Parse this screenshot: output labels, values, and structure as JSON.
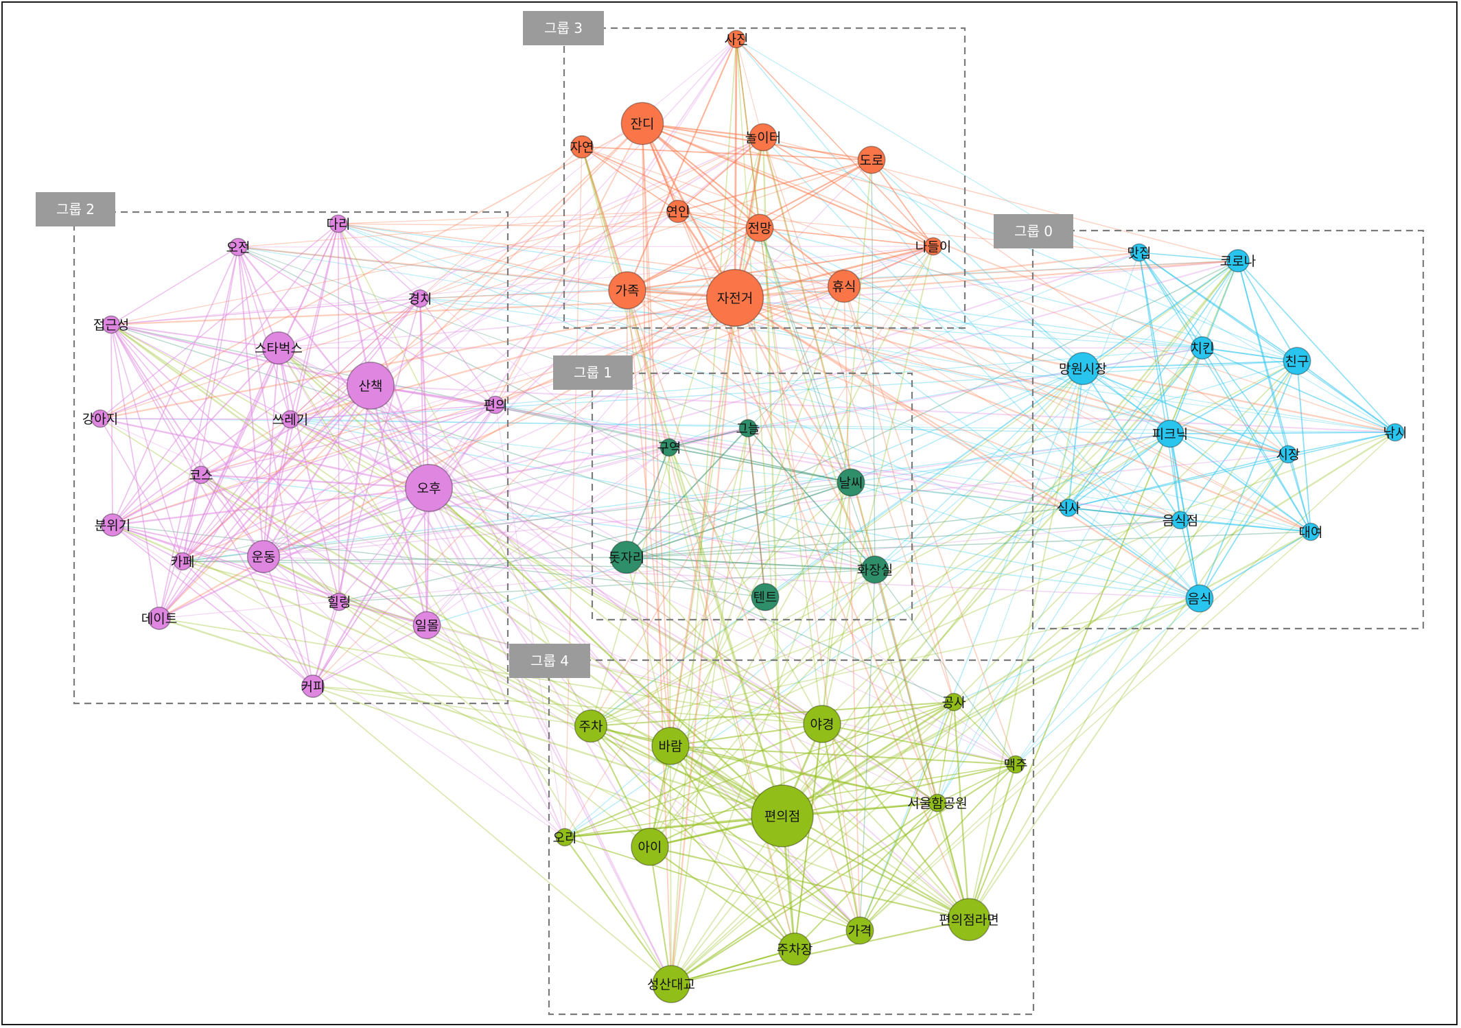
{
  "groups": [
    {
      "id": 0,
      "label": "그룹 0",
      "color": "#29c5ef"
    },
    {
      "id": 1,
      "label": "그룹 1",
      "color": "#2e8f6a"
    },
    {
      "id": 2,
      "label": "그룹 2",
      "color": "#de86e0"
    },
    {
      "id": 3,
      "label": "그룹 3",
      "color": "#fa7649"
    },
    {
      "id": 4,
      "label": "그룹 4",
      "color": "#92be1a"
    }
  ],
  "nodes": [
    {
      "id": "n0",
      "label": "맛집",
      "group": 0,
      "size": 1
    },
    {
      "id": "n1",
      "label": "코로나",
      "group": 0,
      "size": 2
    },
    {
      "id": "n2",
      "label": "망원시장",
      "group": 0,
      "size": 4
    },
    {
      "id": "n3",
      "label": "치킨",
      "group": 0,
      "size": 2
    },
    {
      "id": "n4",
      "label": "친구",
      "group": 0,
      "size": 3
    },
    {
      "id": "n5",
      "label": "피크닉",
      "group": 0,
      "size": 3
    },
    {
      "id": "n6",
      "label": "낚시",
      "group": 0,
      "size": 1
    },
    {
      "id": "n7",
      "label": "시장",
      "group": 0,
      "size": 1
    },
    {
      "id": "n8",
      "label": "식사",
      "group": 0,
      "size": 1
    },
    {
      "id": "n9",
      "label": "음식점",
      "group": 0,
      "size": 1
    },
    {
      "id": "n10",
      "label": "대여",
      "group": 0,
      "size": 1
    },
    {
      "id": "n11",
      "label": "음식",
      "group": 0,
      "size": 3
    },
    {
      "id": "n12",
      "label": "구역",
      "group": 1,
      "size": 1
    },
    {
      "id": "n13",
      "label": "그늘",
      "group": 1,
      "size": 1
    },
    {
      "id": "n14",
      "label": "날씨",
      "group": 1,
      "size": 3
    },
    {
      "id": "n15",
      "label": "돗자리",
      "group": 1,
      "size": 4
    },
    {
      "id": "n16",
      "label": "화장실",
      "group": 1,
      "size": 3
    },
    {
      "id": "n17",
      "label": "텐트",
      "group": 1,
      "size": 3
    },
    {
      "id": "n18",
      "label": "다리",
      "group": 2,
      "size": 1
    },
    {
      "id": "n19",
      "label": "오전",
      "group": 2,
      "size": 1
    },
    {
      "id": "n20",
      "label": "경치",
      "group": 2,
      "size": 1
    },
    {
      "id": "n21",
      "label": "접근성",
      "group": 2,
      "size": 1
    },
    {
      "id": "n22",
      "label": "스타벅스",
      "group": 2,
      "size": 4
    },
    {
      "id": "n23",
      "label": "산책",
      "group": 2,
      "size": 7
    },
    {
      "id": "n24",
      "label": "강아지",
      "group": 2,
      "size": 1
    },
    {
      "id": "n25",
      "label": "쓰레기",
      "group": 2,
      "size": 1
    },
    {
      "id": "n26",
      "label": "편의",
      "group": 2,
      "size": 1
    },
    {
      "id": "n27",
      "label": "코스",
      "group": 2,
      "size": 1
    },
    {
      "id": "n28",
      "label": "오후",
      "group": 2,
      "size": 7
    },
    {
      "id": "n29",
      "label": "분위기",
      "group": 2,
      "size": 2
    },
    {
      "id": "n30",
      "label": "카페",
      "group": 2,
      "size": 1
    },
    {
      "id": "n31",
      "label": "운동",
      "group": 2,
      "size": 4
    },
    {
      "id": "n32",
      "label": "힐링",
      "group": 2,
      "size": 1
    },
    {
      "id": "n33",
      "label": "데이트",
      "group": 2,
      "size": 2
    },
    {
      "id": "n34",
      "label": "일몰",
      "group": 2,
      "size": 3
    },
    {
      "id": "n35",
      "label": "커피",
      "group": 2,
      "size": 2
    },
    {
      "id": "n36",
      "label": "사진",
      "group": 3,
      "size": 1
    },
    {
      "id": "n37",
      "label": "잔디",
      "group": 3,
      "size": 6
    },
    {
      "id": "n38",
      "label": "놀이터",
      "group": 3,
      "size": 3
    },
    {
      "id": "n39",
      "label": "자연",
      "group": 3,
      "size": 2
    },
    {
      "id": "n40",
      "label": "도로",
      "group": 3,
      "size": 3
    },
    {
      "id": "n41",
      "label": "연인",
      "group": 3,
      "size": 2
    },
    {
      "id": "n42",
      "label": "전망",
      "group": 3,
      "size": 3
    },
    {
      "id": "n43",
      "label": "나들이",
      "group": 3,
      "size": 1
    },
    {
      "id": "n44",
      "label": "가족",
      "group": 3,
      "size": 5
    },
    {
      "id": "n45",
      "label": "자전거",
      "group": 3,
      "size": 9
    },
    {
      "id": "n46",
      "label": "휴식",
      "group": 3,
      "size": 4
    },
    {
      "id": "n47",
      "label": "주차",
      "group": 4,
      "size": 4
    },
    {
      "id": "n48",
      "label": "바람",
      "group": 4,
      "size": 5
    },
    {
      "id": "n49",
      "label": "야경",
      "group": 4,
      "size": 5
    },
    {
      "id": "n50",
      "label": "공사",
      "group": 4,
      "size": 1
    },
    {
      "id": "n51",
      "label": "맥주",
      "group": 4,
      "size": 1
    },
    {
      "id": "n52",
      "label": "편의점",
      "group": 4,
      "size": 10
    },
    {
      "id": "n53",
      "label": "서울함공원",
      "group": 4,
      "size": 1
    },
    {
      "id": "n54",
      "label": "오리",
      "group": 4,
      "size": 1
    },
    {
      "id": "n55",
      "label": "아이",
      "group": 4,
      "size": 5
    },
    {
      "id": "n56",
      "label": "주차장",
      "group": 4,
      "size": 4
    },
    {
      "id": "n57",
      "label": "가격",
      "group": 4,
      "size": 3
    },
    {
      "id": "n58",
      "label": "편의점라면",
      "group": 4,
      "size": 6
    },
    {
      "id": "n59",
      "label": "성산대교",
      "group": 4,
      "size": 5
    }
  ]
}
